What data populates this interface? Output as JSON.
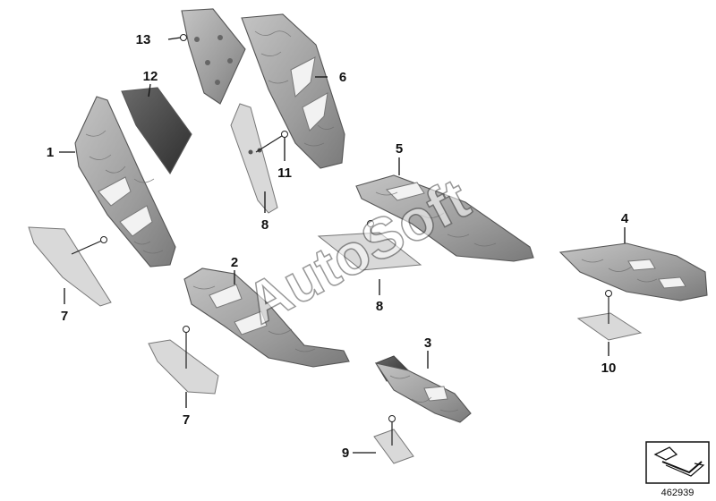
{
  "colors": {
    "part_fill": "#a9a9a9",
    "part_dark": "#555555",
    "pad_fill": "#d9d9d9",
    "label": "#111111"
  },
  "callouts": {
    "c1": "1",
    "c2": "2",
    "c3": "3",
    "c4": "4",
    "c5": "5",
    "c6": "6",
    "c7a": "7",
    "c7b": "7",
    "c8a": "8",
    "c8b": "8",
    "c9": "9",
    "c10": "10",
    "c11": "11",
    "c12": "12",
    "c13": "13"
  },
  "watermark": "AutoSoft",
  "reference_number": "462939",
  "icons": {
    "reference": "exploded-view-icon"
  }
}
